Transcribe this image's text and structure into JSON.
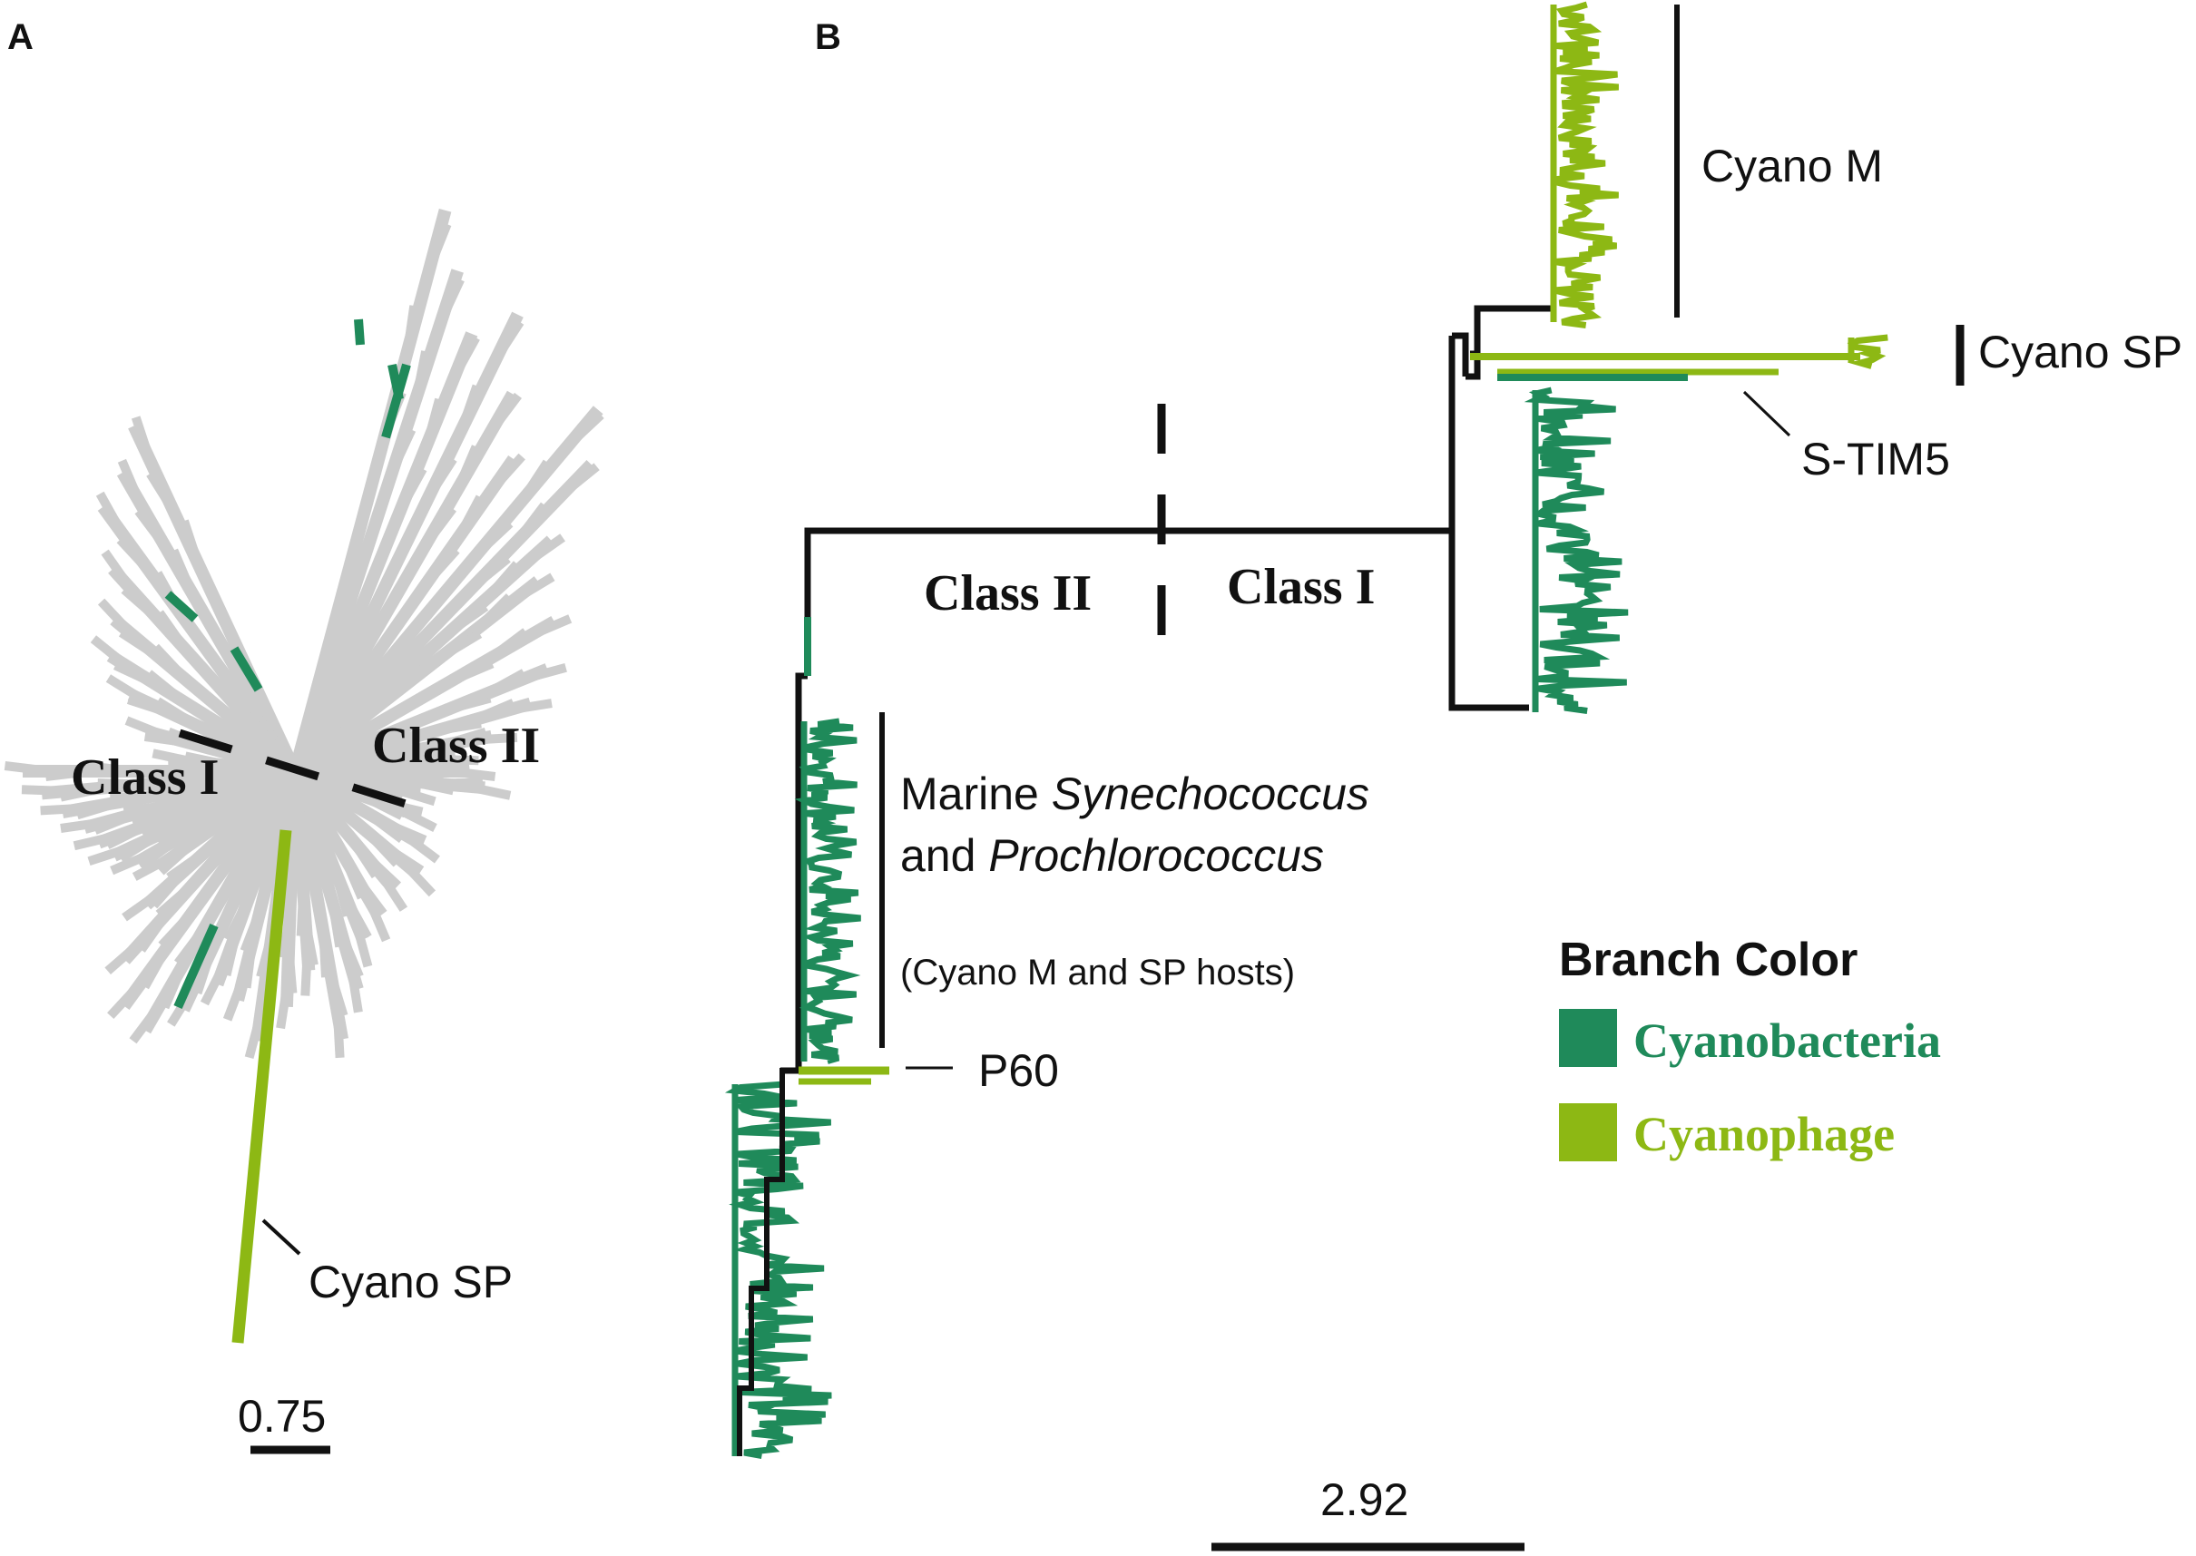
{
  "panels": {
    "a": {
      "letter": "A",
      "class_left": "Class I",
      "class_right": "Class II",
      "clade_label": "Cyano SP",
      "scale_label": "0.75"
    },
    "b": {
      "letter": "B",
      "class_left": "Class II",
      "class_right": "Class I",
      "clade_cyano_m": "Cyano M",
      "clade_cyano_sp": "Cyano SP",
      "strain_s_tim5": "S-TIM5",
      "strain_p60": "P60",
      "host_line1_prefix": "Marine ",
      "host_line1_italic": "Synechococcus",
      "host_line2_prefix": "and ",
      "host_line2_italic": "Prochlorococcus",
      "host_note": "(Cyano M and SP hosts)",
      "scale_label": "2.92"
    }
  },
  "legend": {
    "title": "Branch Color",
    "items": [
      {
        "label": "Cyanobacteria",
        "color": "#1f8a5a"
      },
      {
        "label": "Cyanophage",
        "color": "#8db814"
      }
    ]
  },
  "colors": {
    "gray_branch": "#cccccc",
    "backbone": "#111111",
    "cyanobacteria": "#1f8a5a",
    "cyanophage": "#8db814"
  }
}
